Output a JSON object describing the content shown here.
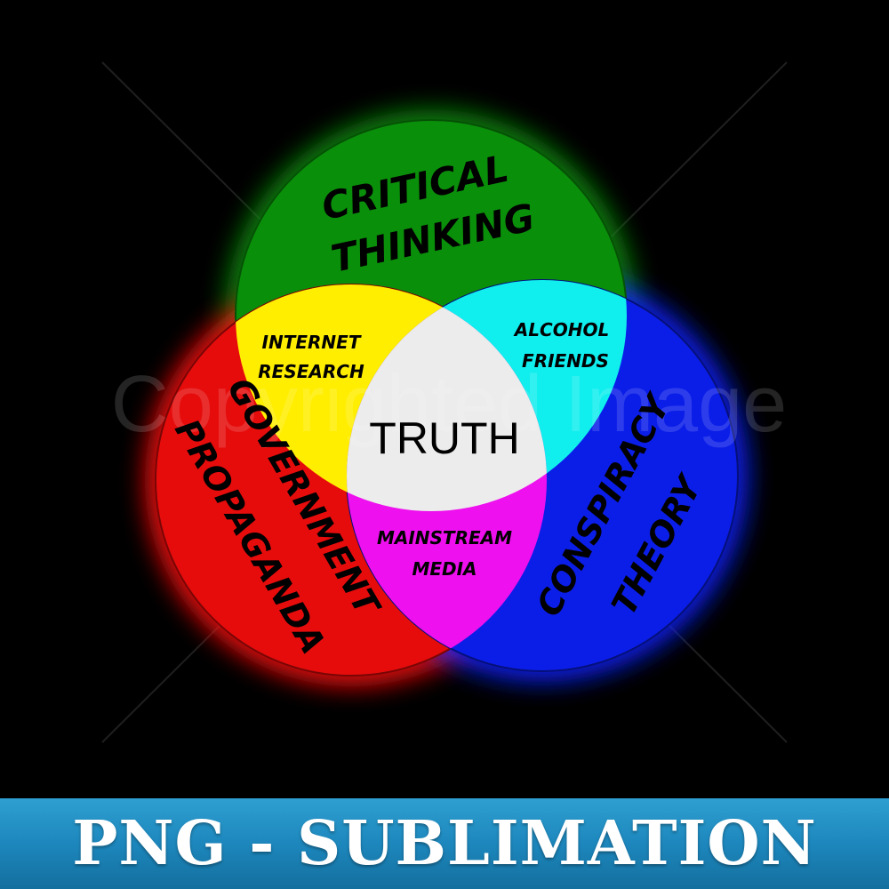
{
  "diagram": {
    "circles": [
      {
        "name": "green",
        "label_lines": [
          "CRITICAL",
          "THINKING"
        ],
        "color": "#0a9c0a"
      },
      {
        "name": "red",
        "label_lines": [
          "GOVERNMENT",
          "PROPAGANDA"
        ],
        "color": "#e80e0e"
      },
      {
        "name": "blue",
        "label_lines": [
          "CONSPIRACY",
          "THEORY"
        ],
        "color": "#0a1ef0"
      }
    ],
    "overlaps": {
      "green_red": {
        "label_lines": [
          "INTERNET",
          "RESEARCH"
        ],
        "color": "#ffee00"
      },
      "green_blue": {
        "label_lines": [
          "ALCOHOL",
          "FRIENDS"
        ],
        "color": "#11f0f0"
      },
      "red_blue": {
        "label_lines": [
          "MAINSTREAM",
          "MEDIA"
        ],
        "color": "#ee11ee"
      },
      "center": {
        "label": "TRUTH",
        "color": "#eeeeee"
      }
    }
  },
  "watermark": {
    "text": "Copyrighted Image"
  },
  "banner": {
    "text": "PNG - SUBLIMATION",
    "color": "#1d87bd"
  }
}
